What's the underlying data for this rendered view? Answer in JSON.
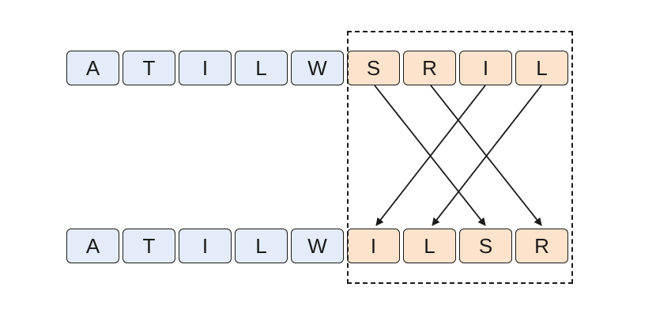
{
  "top_row": {
    "cells": [
      {
        "label": "A",
        "color": "#e3ecf8"
      },
      {
        "label": "T",
        "color": "#e3ecf8"
      },
      {
        "label": "I",
        "color": "#e3ecf8"
      },
      {
        "label": "L",
        "color": "#e3ecf8"
      },
      {
        "label": "W",
        "color": "#e3ecf8"
      },
      {
        "label": "S",
        "color": "#fde3cc"
      },
      {
        "label": "R",
        "color": "#fde3cc"
      },
      {
        "label": "I",
        "color": "#fde3cc"
      },
      {
        "label": "L",
        "color": "#fde3cc"
      }
    ]
  },
  "bottom_row": {
    "cells": [
      {
        "label": "A",
        "color": "#e3ecf8"
      },
      {
        "label": "T",
        "color": "#e3ecf8"
      },
      {
        "label": "I",
        "color": "#e3ecf8"
      },
      {
        "label": "L",
        "color": "#e3ecf8"
      },
      {
        "label": "W",
        "color": "#e3ecf8"
      },
      {
        "label": "I",
        "color": "#fde3cc"
      },
      {
        "label": "L",
        "color": "#fde3cc"
      },
      {
        "label": "S",
        "color": "#fde3cc"
      },
      {
        "label": "R",
        "color": "#fde3cc"
      }
    ]
  },
  "arrows": [
    {
      "from": 5,
      "to": 7
    },
    {
      "from": 6,
      "to": 8
    },
    {
      "from": 7,
      "to": 5
    },
    {
      "from": 8,
      "to": 6
    }
  ],
  "colors": {
    "unchanged": "#e3ecf8",
    "permuted": "#fde3cc",
    "stroke": "#1a1a1a"
  }
}
